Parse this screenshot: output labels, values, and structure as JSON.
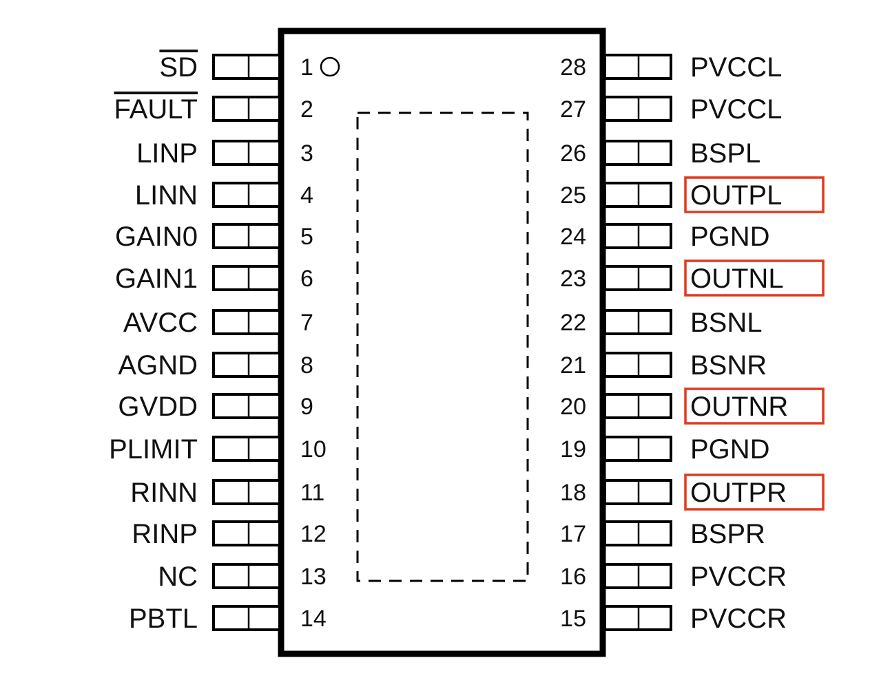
{
  "package": {
    "pin1_indicator": "circle",
    "thermal_pad_outline": "dashed"
  },
  "highlight_color": "#e03a1e",
  "left_pins": [
    {
      "number": "1",
      "name": "SD",
      "overline": true,
      "highlighted": false
    },
    {
      "number": "2",
      "name": "FAULT",
      "overline": true,
      "highlighted": false
    },
    {
      "number": "3",
      "name": "LINP",
      "overline": false,
      "highlighted": false
    },
    {
      "number": "4",
      "name": "LINN",
      "overline": false,
      "highlighted": false
    },
    {
      "number": "5",
      "name": "GAIN0",
      "overline": false,
      "highlighted": false
    },
    {
      "number": "6",
      "name": "GAIN1",
      "overline": false,
      "highlighted": false
    },
    {
      "number": "7",
      "name": "AVCC",
      "overline": false,
      "highlighted": false
    },
    {
      "number": "8",
      "name": "AGND",
      "overline": false,
      "highlighted": false
    },
    {
      "number": "9",
      "name": "GVDD",
      "overline": false,
      "highlighted": false
    },
    {
      "number": "10",
      "name": "PLIMIT",
      "overline": false,
      "highlighted": false
    },
    {
      "number": "11",
      "name": "RINN",
      "overline": false,
      "highlighted": false
    },
    {
      "number": "12",
      "name": "RINP",
      "overline": false,
      "highlighted": false
    },
    {
      "number": "13",
      "name": "NC",
      "overline": false,
      "highlighted": false
    },
    {
      "number": "14",
      "name": "PBTL",
      "overline": false,
      "highlighted": false
    }
  ],
  "right_pins": [
    {
      "number": "28",
      "name": "PVCCL",
      "overline": false,
      "highlighted": false
    },
    {
      "number": "27",
      "name": "PVCCL",
      "overline": false,
      "highlighted": false
    },
    {
      "number": "26",
      "name": "BSPL",
      "overline": false,
      "highlighted": false
    },
    {
      "number": "25",
      "name": "OUTPL",
      "overline": false,
      "highlighted": true
    },
    {
      "number": "24",
      "name": "PGND",
      "overline": false,
      "highlighted": false
    },
    {
      "number": "23",
      "name": "OUTNL",
      "overline": false,
      "highlighted": true
    },
    {
      "number": "22",
      "name": "BSNL",
      "overline": false,
      "highlighted": false
    },
    {
      "number": "21",
      "name": "BSNR",
      "overline": false,
      "highlighted": false
    },
    {
      "number": "20",
      "name": "OUTNR",
      "overline": false,
      "highlighted": true
    },
    {
      "number": "19",
      "name": "PGND",
      "overline": false,
      "highlighted": false
    },
    {
      "number": "18",
      "name": "OUTPR",
      "overline": false,
      "highlighted": true
    },
    {
      "number": "17",
      "name": "BSPR",
      "overline": false,
      "highlighted": false
    },
    {
      "number": "16",
      "name": "PVCCR",
      "overline": false,
      "highlighted": false
    },
    {
      "number": "15",
      "name": "PVCCR",
      "overline": false,
      "highlighted": false
    }
  ]
}
